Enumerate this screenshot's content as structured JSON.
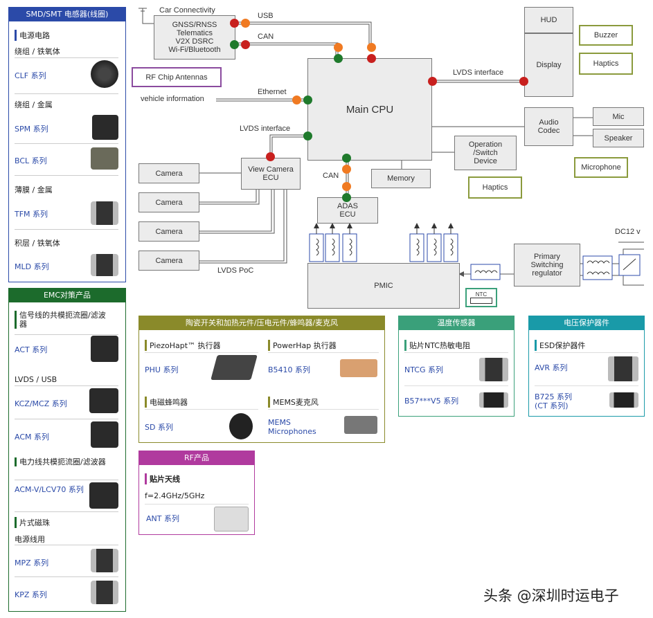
{
  "left_smd": {
    "header": "SMD/SMT 电感器(线圈)",
    "g1": "电源电路",
    "g1_sub": "绕组 / 铁氧体",
    "clf": "CLF 系列",
    "g2": "绕组 / 金属",
    "spm": "SPM 系列",
    "bcl": "BCL 系列",
    "g3": "薄膜 / 金属",
    "tfm": "TFM 系列",
    "g4": "积层 / 铁氧体",
    "mld": "MLD 系列"
  },
  "left_emc": {
    "header": "EMC对策产品",
    "g1": "信号线的共模扼流圈/滤波器",
    "act": "ACT 系列",
    "lvds_usb": "LVDS / USB",
    "kcz": "KCZ/MCZ  系列",
    "acm": "ACM 系列",
    "g2": "电力线共模扼流圈/滤波器",
    "acmv": "ACM-V/LCV70 系列",
    "g3": "片式磁珠",
    "power_line": "电源线用",
    "mpz": "MPZ 系列",
    "kpz": "KPZ 系列"
  },
  "diagram": {
    "car_connectivity": "Car Connectivity",
    "gnss": [
      "GNSS/RNSS",
      "Telematics",
      "V2X DSRC",
      "Wi-Fi/Bluetooth"
    ],
    "usb": "USB",
    "can_top": "CAN",
    "rf_chip": "RF Chip Antennas",
    "ethernet": "Ethernet",
    "vehicle_info": "vehicle information",
    "lvds_interface_left": "LVDS interface",
    "main_cpu": "Main CPU",
    "lvds_interface_right": "LVDS interface",
    "hud": "HUD",
    "display": "Display",
    "buzzer": "Buzzer",
    "haptics_top": "Haptics",
    "audio_codec": "Audio Codec",
    "mic": "Mic",
    "speaker": "Speaker",
    "microphone": "Microphone",
    "operation": "Operation /Switch Device",
    "haptics_mid": "Haptics",
    "memory": "Memory",
    "can_mid": "CAN",
    "adas": "ADAS ECU",
    "view_camera": "View Camera ECU",
    "camera": "Camera",
    "lvds_poc": "LVDS PoC",
    "pmic": "PMIC",
    "primary": "Primary Switching regulator",
    "ntc": "NTC",
    "dc12": "DC12 v"
  },
  "cards": {
    "ceramic": {
      "header": "陶瓷开关和加热元件/压电元件/蜂鸣器/麦克风",
      "t1": "PiezoHapt™ 执行器",
      "phu": "PHU 系列",
      "t2": "PowerHap 执行器",
      "b5410": "B5410 系列",
      "t3": "电磁蜂鸣器",
      "sd": "SD 系列",
      "t4": "MEMS麦克风",
      "mems": "MEMS Microphones"
    },
    "temp": {
      "header": "温度传感器",
      "t1": "贴片NTC热敏电阻",
      "ntcg": "NTCG 系列",
      "b57": "B57***V5 系列"
    },
    "voltage": {
      "header": "电压保护器件",
      "t1": "ESD保护器件",
      "avr": "AVR 系列",
      "b725": "B725 系列 (CT 系列)"
    },
    "rf": {
      "header": "RF产品",
      "t1": "贴片天线",
      "freq": "f=2.4GHz/5GHz",
      "ant": "ANT 系列"
    }
  },
  "watermark": "头条 @深圳时运电子",
  "colors": {
    "blue": "#2b4aa8",
    "green": "#1c6b2c",
    "olive": "#8a8a2a",
    "teal": "#3aa07a",
    "cyan": "#199aa8",
    "magenta": "#b03a9e"
  }
}
